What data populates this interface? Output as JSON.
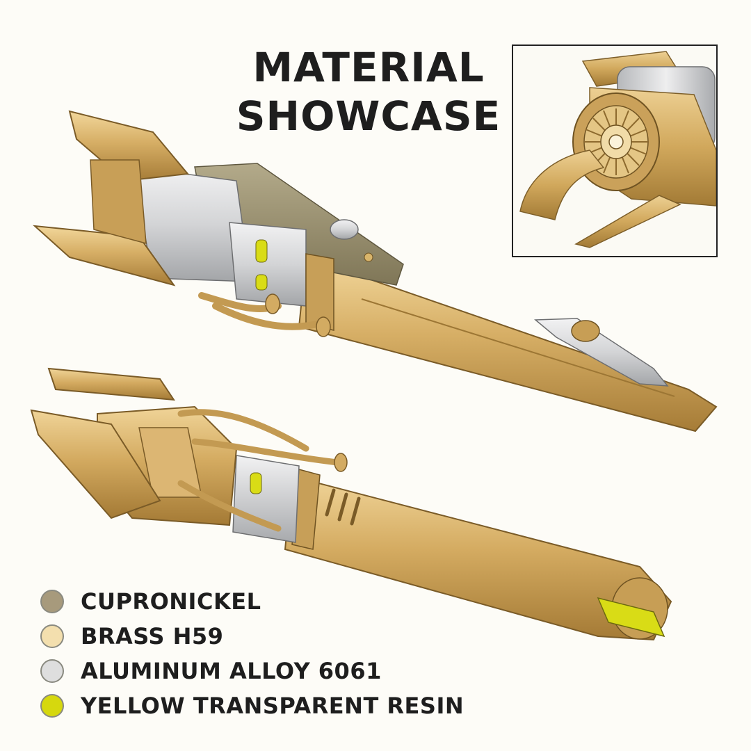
{
  "title_line1": "MATERIAL",
  "title_line2": "SHOWCASE",
  "legend": [
    {
      "label": "CUPRONICKEL",
      "color": "#a79a7c"
    },
    {
      "label": "BRASS H59",
      "color": "#f3dfae"
    },
    {
      "label": "ALUMINUM ALLOY 6061",
      "color": "#dedede"
    },
    {
      "label": "YELLOW TRANSPARENT RESIN",
      "color": "#d6d80e"
    }
  ],
  "colors": {
    "brass": "#d3ab62",
    "brass_dark": "#9c7634",
    "cupronickel": "#8e8566",
    "aluminum": "#cfd0d2",
    "resin": "#d9dc16"
  }
}
